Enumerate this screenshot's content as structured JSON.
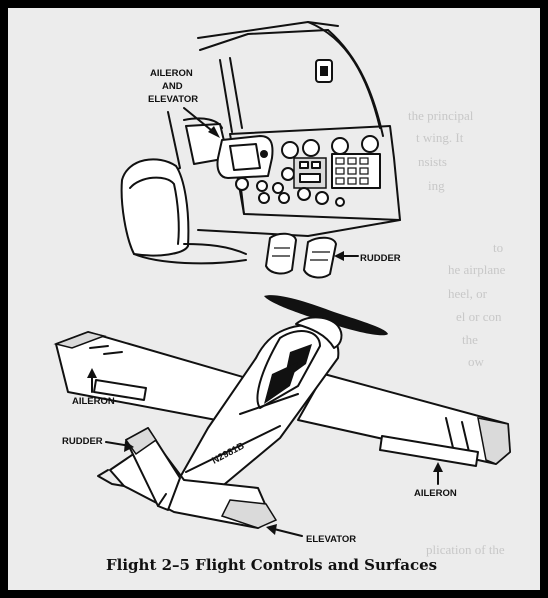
{
  "figure": {
    "caption": "Flight 2–5   Flight Controls and Surfaces",
    "labels": {
      "aileron_and_elevator_1": "AILERON",
      "aileron_and_elevator_2": "AND",
      "aileron_and_elevator_3": "ELEVATOR",
      "rudder_pedals": "RUDDER",
      "aileron_left": "AILERON",
      "rudder_tail": "RUDDER",
      "aileron_right": "AILERON",
      "elevator_tail": "ELEVATOR"
    },
    "registration": "N2981B"
  },
  "bleed_through": [
    "the principal",
    "t wing. It",
    "nsists",
    "ing",
    "to",
    "he airplane",
    "heel, or",
    "el or con",
    "the",
    "ow",
    "plication of the"
  ]
}
